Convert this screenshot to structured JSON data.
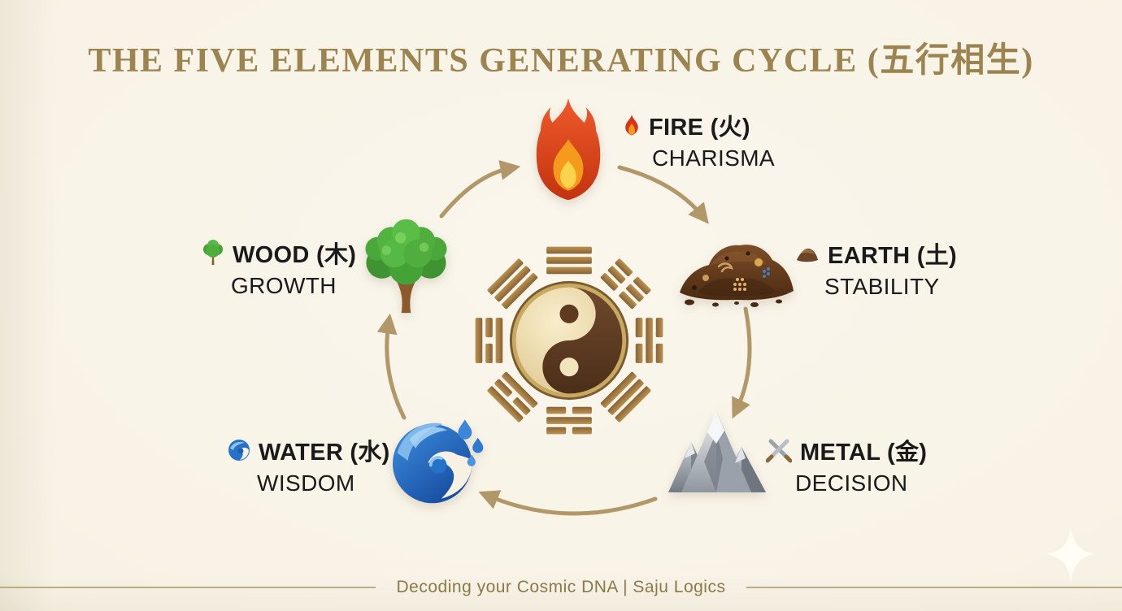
{
  "title": "THE FIVE ELEMENTS GENERATING CYCLE (五行相生)",
  "elements": [
    {
      "name": "FIRE",
      "hanzi": "火",
      "label": "FIRE (火)",
      "trait": "CHARISMA",
      "icon": "flame-icon",
      "mini_icon": "flame-mini-icon"
    },
    {
      "name": "EARTH",
      "hanzi": "土",
      "label": "EARTH (土)",
      "trait": "STABILITY",
      "icon": "soil-mound-icon",
      "mini_icon": "soil-mound-mini-icon"
    },
    {
      "name": "METAL",
      "hanzi": "金",
      "label": "METAL (金)",
      "trait": "DECISION",
      "icon": "mountain-icon",
      "mini_icon": "crossed-swords-mini-icon"
    },
    {
      "name": "WATER",
      "hanzi": "水",
      "label": "WATER (水)",
      "trait": "WISDOM",
      "icon": "ocean-wave-icon",
      "mini_icon": "wave-mini-icon"
    },
    {
      "name": "WOOD",
      "hanzi": "木",
      "label": "WOOD (木)",
      "trait": "GROWTH",
      "icon": "tree-icon",
      "mini_icon": "tree-mini-icon"
    }
  ],
  "center": {
    "icon": "bagua-yinyang-icon"
  },
  "cycle": {
    "arrow_icon": "curved-arrow",
    "arrow_color": "#b29869",
    "sequence": [
      "WOOD → FIRE",
      "FIRE → EARTH",
      "EARTH → METAL",
      "METAL → WATER",
      "WATER → WOOD"
    ]
  },
  "footer": {
    "text": "Decoding your Cosmic DNA | Saju Logics"
  },
  "decor": {
    "sparkle_icon": "sparkle-icon"
  },
  "colors": {
    "background": "#f7f2e5",
    "title": "#9c8450",
    "label_text": "#1a1a1a",
    "arrow": "#b29869",
    "footer_text": "#8b7947",
    "footer_line": "#b9ad85"
  }
}
